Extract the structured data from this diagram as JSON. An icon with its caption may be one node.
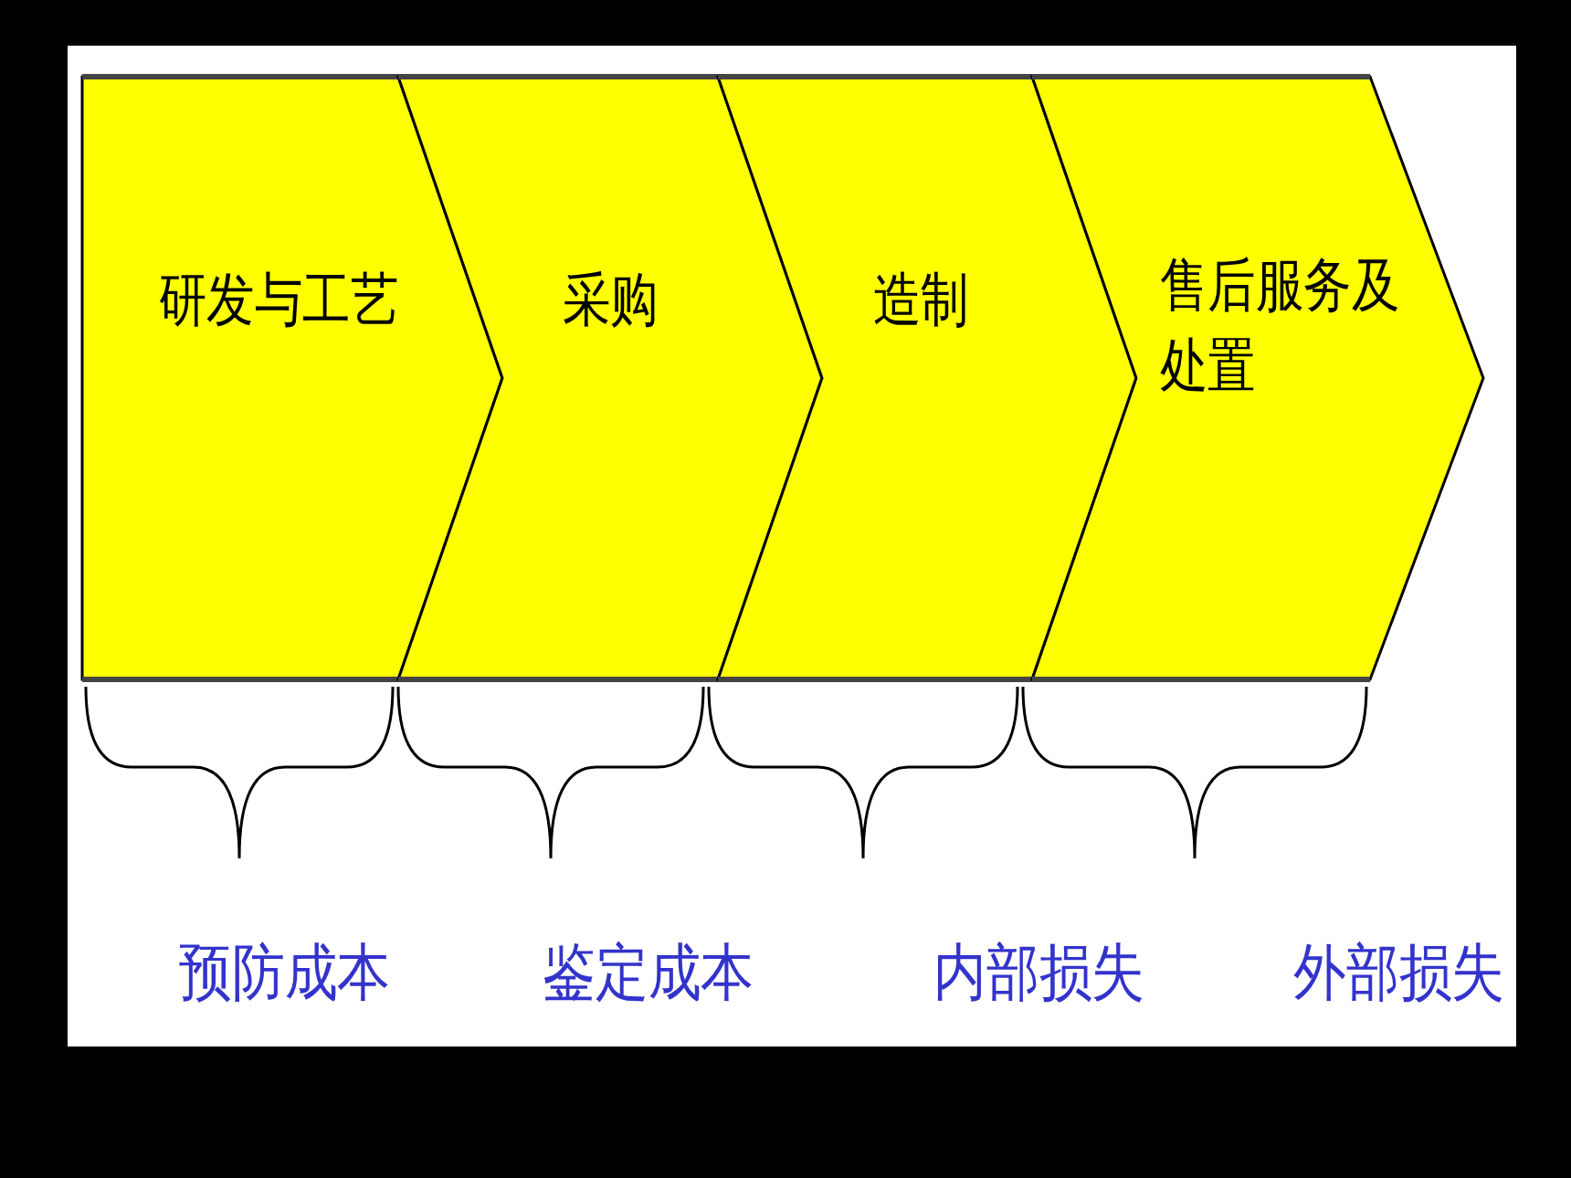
{
  "diagram": {
    "nodes": [
      {
        "text": [
          "研发与工艺"
        ]
      },
      {
        "text": [
          "采购"
        ]
      },
      {
        "text": [
          "造制"
        ]
      },
      {
        "text": [
          "售后服务及处置"
        ]
      }
    ],
    "labels": [
      "预防成本",
      "鉴定成本",
      "内部损失",
      "外部损失"
    ]
  }
}
